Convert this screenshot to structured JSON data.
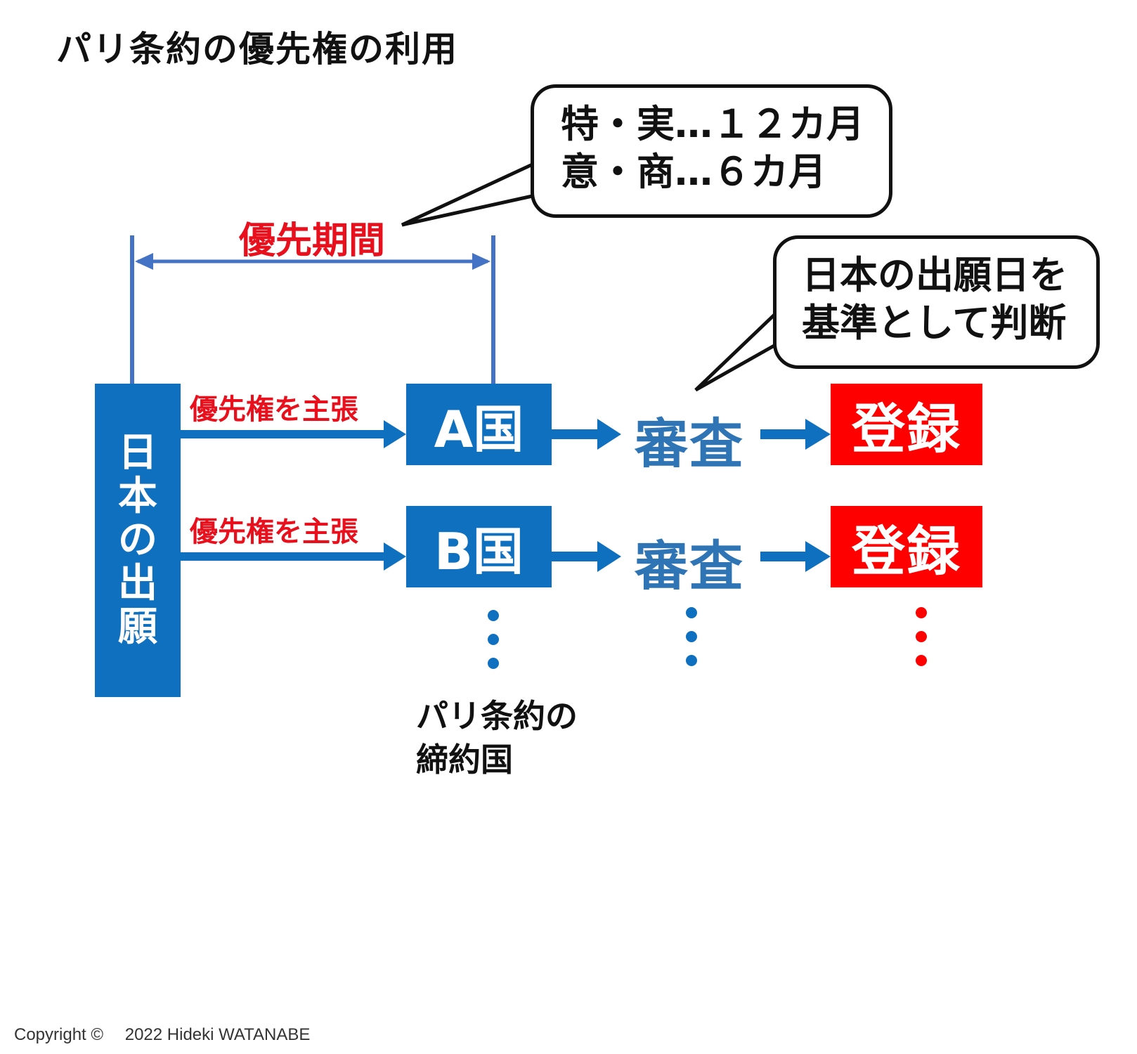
{
  "title": "パリ条約の優先権の利用",
  "period_bubble": {
    "line1": "特・実…１２カ月",
    "line2": "意・商…６カ月"
  },
  "priority_period_label": "優先期間",
  "basis_bubble": {
    "line1": "日本の出願日を",
    "line2": "基準として判断"
  },
  "japan_application": [
    "日",
    "本",
    "の",
    "出",
    "願"
  ],
  "rows": [
    {
      "claim": "優先権を主張",
      "country": "A国",
      "exam": "審査",
      "register": "登録"
    },
    {
      "claim": "優先権を主張",
      "country": "B国",
      "exam": "審査",
      "register": "登録"
    }
  ],
  "member_label": {
    "line1": "パリ条約の",
    "line2": "締約国"
  },
  "copyright": "Copyright ©　 2022 Hideki WATANABE",
  "colors": {
    "blue_box": "#1070c0",
    "line_blue": "#4472c4",
    "exam_blue": "#2f75b5",
    "red": "#ff0000",
    "red_text": "#e8101c"
  }
}
